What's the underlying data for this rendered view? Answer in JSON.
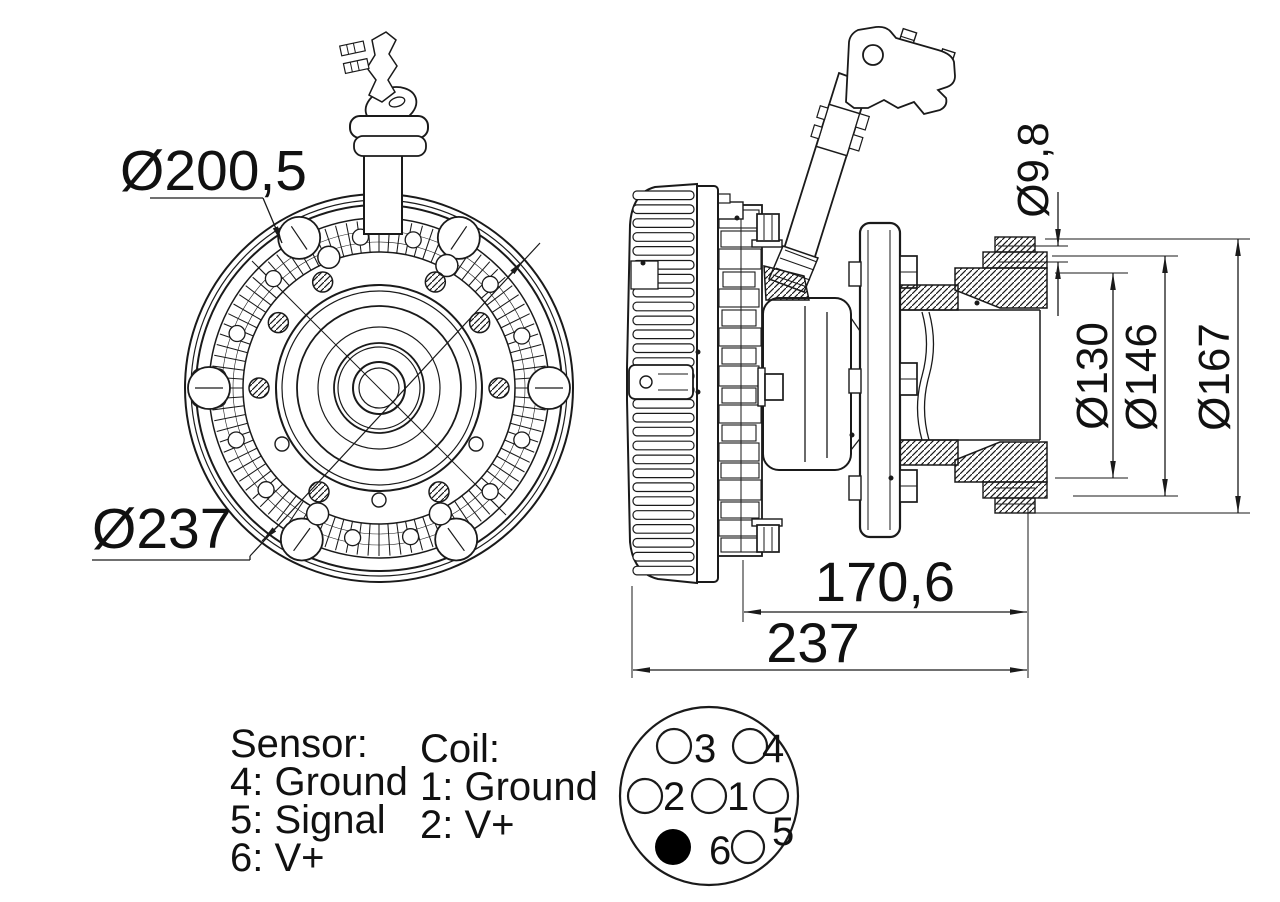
{
  "front_view": {
    "dim_fin": "Ø200,5",
    "dim_outer": "Ø237"
  },
  "side_view": {
    "dim_hole": "Ø9,8",
    "dim_bolt_circle": "Ø130",
    "dim_pilot": "Ø146",
    "dim_flange": "Ø167",
    "dim_depth": "170,6",
    "dim_total": "237"
  },
  "legend": {
    "sensor": {
      "title": "Sensor:",
      "lines": [
        "4: Ground",
        "5: Signal",
        "6: V+"
      ]
    },
    "coil": {
      "title": "Coil:",
      "lines": [
        "1: Ground",
        "2: V+"
      ]
    }
  },
  "connector": {
    "pin_labels": [
      "3",
      "4",
      "2",
      "1",
      "5",
      "6"
    ]
  },
  "colors": {
    "line": "#1a1a1a",
    "background": "#ffffff"
  }
}
